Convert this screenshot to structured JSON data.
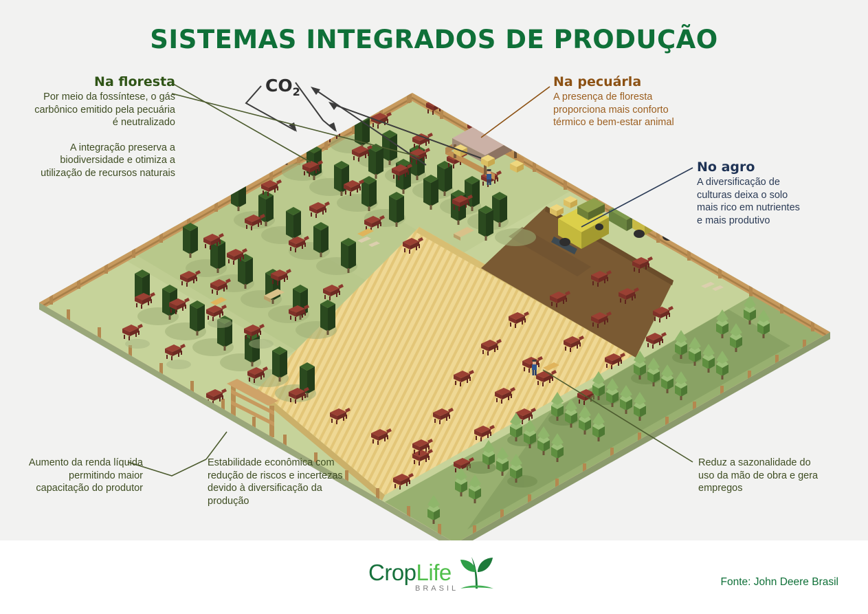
{
  "page": {
    "title": "SISTEMAS INTEGRADOS DE PRODUÇÃO",
    "background_color": "#f2f2f1",
    "footer_background_color": "#ffffff",
    "title_color": "#0f7038"
  },
  "co2_label": {
    "text": "CO",
    "subscript": "2"
  },
  "annotations": {
    "forest": {
      "heading": "Na floresta",
      "paragraph_1": "Por meio da fossíntese, o gás carbônico emitido pela pecuária é neutralizado",
      "paragraph_2": "A integração preserva a biodiversidade e otimiza a utilização de recursos naturais",
      "color": "#3e4d22"
    },
    "livestock": {
      "heading": "Na pecuárla",
      "paragraph_1": "A presença de floresta proporciona mais conforto térmico e bem-estar animal",
      "color": "#9c5f20"
    },
    "agro": {
      "heading": "No agro",
      "paragraph_1": "A diversificação de culturas deixa o solo mais rico em nutrientes e mais produtivo",
      "color": "#2b3b56"
    },
    "income": {
      "paragraph_1": "Aumento da renda líquida permitindo maior capacitação do produtor",
      "color": "#3e4d22"
    },
    "stability": {
      "paragraph_1": "Estabilidade econômica com redução de riscos e incertezas devido à diversificação da produção",
      "color": "#3e4d22"
    },
    "seasonality": {
      "paragraph_1": "Reduz a sazonalidade do uso da mão de obra e gera empregos",
      "color": "#3e4d22"
    }
  },
  "footer": {
    "logo": {
      "crop": "Crop",
      "life": "Life",
      "brasil": "BRASIL",
      "crop_color": "#17713c",
      "life_color": "#4fbf4a",
      "brasil_color": "#7b7b7b"
    },
    "source": "Fonte: John Deere Brasil",
    "source_color": "#0f7038"
  },
  "scene": {
    "description": "Isometric integrated crop-livestock-forest farm",
    "colors": {
      "pasture_light": "#c6d39a",
      "pasture_mid": "#b4c68c",
      "pasture_dark": "#8fa968",
      "crop_field": "#efd894",
      "crop_stripe": "#e2c276",
      "soil": "#7a5a33",
      "tree_dark": "#2d4a22",
      "tree_mid": "#3e6330",
      "pine_light": "#9cc078",
      "pine_mid": "#6d9a4c",
      "fence": "#c79a5e",
      "fence_dark": "#9d7440",
      "cattle": "#8c3a2f",
      "machine_yellow": "#e5d24a",
      "machine_green": "#7b964c",
      "hay": "#e9cf72",
      "person_shirt": "#2d4a7a",
      "person_skin": "#e0b089"
    }
  }
}
